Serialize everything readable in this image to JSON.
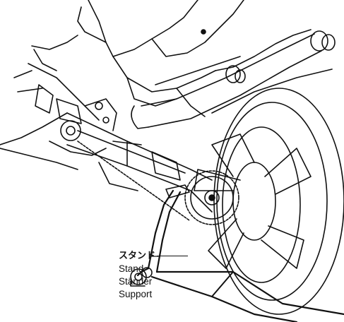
{
  "labels": {
    "japanese": "スタンド",
    "english": "Stand",
    "german": "Ständer",
    "french": "Support"
  }
}
